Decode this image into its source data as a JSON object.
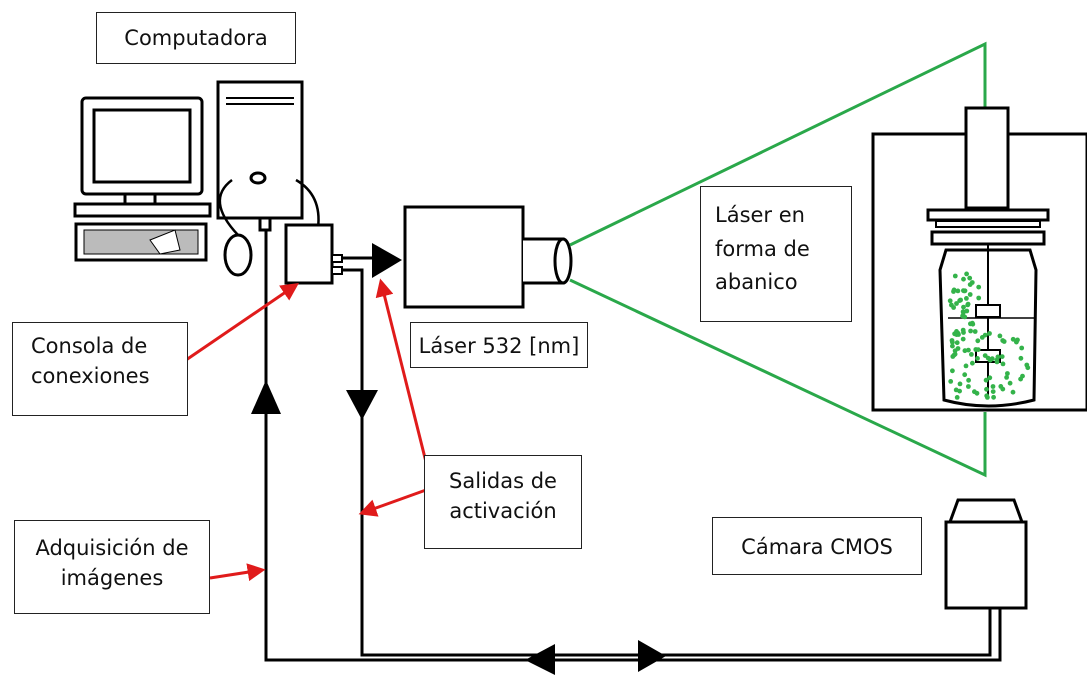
{
  "labels": {
    "computer": "Computadora",
    "console": "Consola de conexiones",
    "trigger_outputs": "Salidas de activación",
    "image_acquisition": "Adquisición de imágenes",
    "laser": "Láser 532 [nm]",
    "fan_laser": "Láser en forma de abanico",
    "camera": "Cámara CMOS"
  },
  "colors": {
    "laser_beam": "#2aa84a",
    "pointer_arrow": "#e01b1b",
    "signal_line": "#000000",
    "particles": "#34b34a"
  },
  "icons": [
    "desktop-computer-icon",
    "connection-console-icon",
    "laser-emitter-icon",
    "cmos-camera-icon",
    "particle-tank-icon"
  ]
}
